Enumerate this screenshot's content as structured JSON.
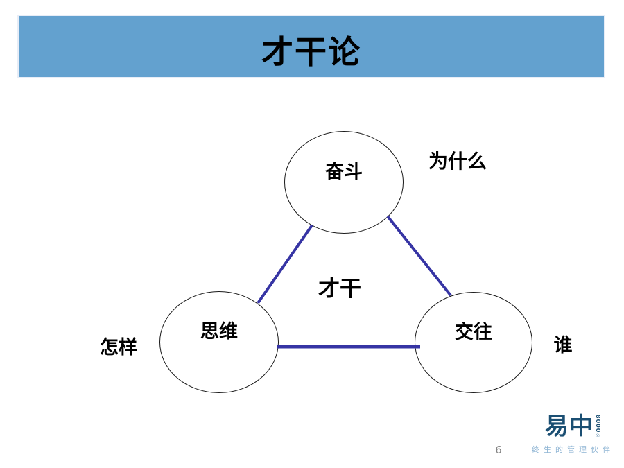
{
  "slide": {
    "title": "才干论",
    "page_number": "6"
  },
  "diagram": {
    "center_label": "才干",
    "nodes": [
      {
        "id": "top",
        "label": "奋斗",
        "annotation": "为什么"
      },
      {
        "id": "bottom-left",
        "label": "思维",
        "annotation": "怎样"
      },
      {
        "id": "bottom-right",
        "label": "交往",
        "annotation": "谁"
      }
    ]
  },
  "footer": {
    "logo_text": "易中",
    "logo_vertical_text": "8000",
    "logo_registered_mark": "®",
    "logo_tagline": "终生的管理伙伴"
  },
  "colors": {
    "banner_blue": "#63A1CF",
    "banner_border": "#E7EDF7",
    "connector_blue": "#3634A4",
    "circle_outline": "#1A1A1A",
    "logo_blue": "#1B4F73",
    "tagline_blue": "#8FB5D4",
    "page_number_gray": "#848484"
  }
}
